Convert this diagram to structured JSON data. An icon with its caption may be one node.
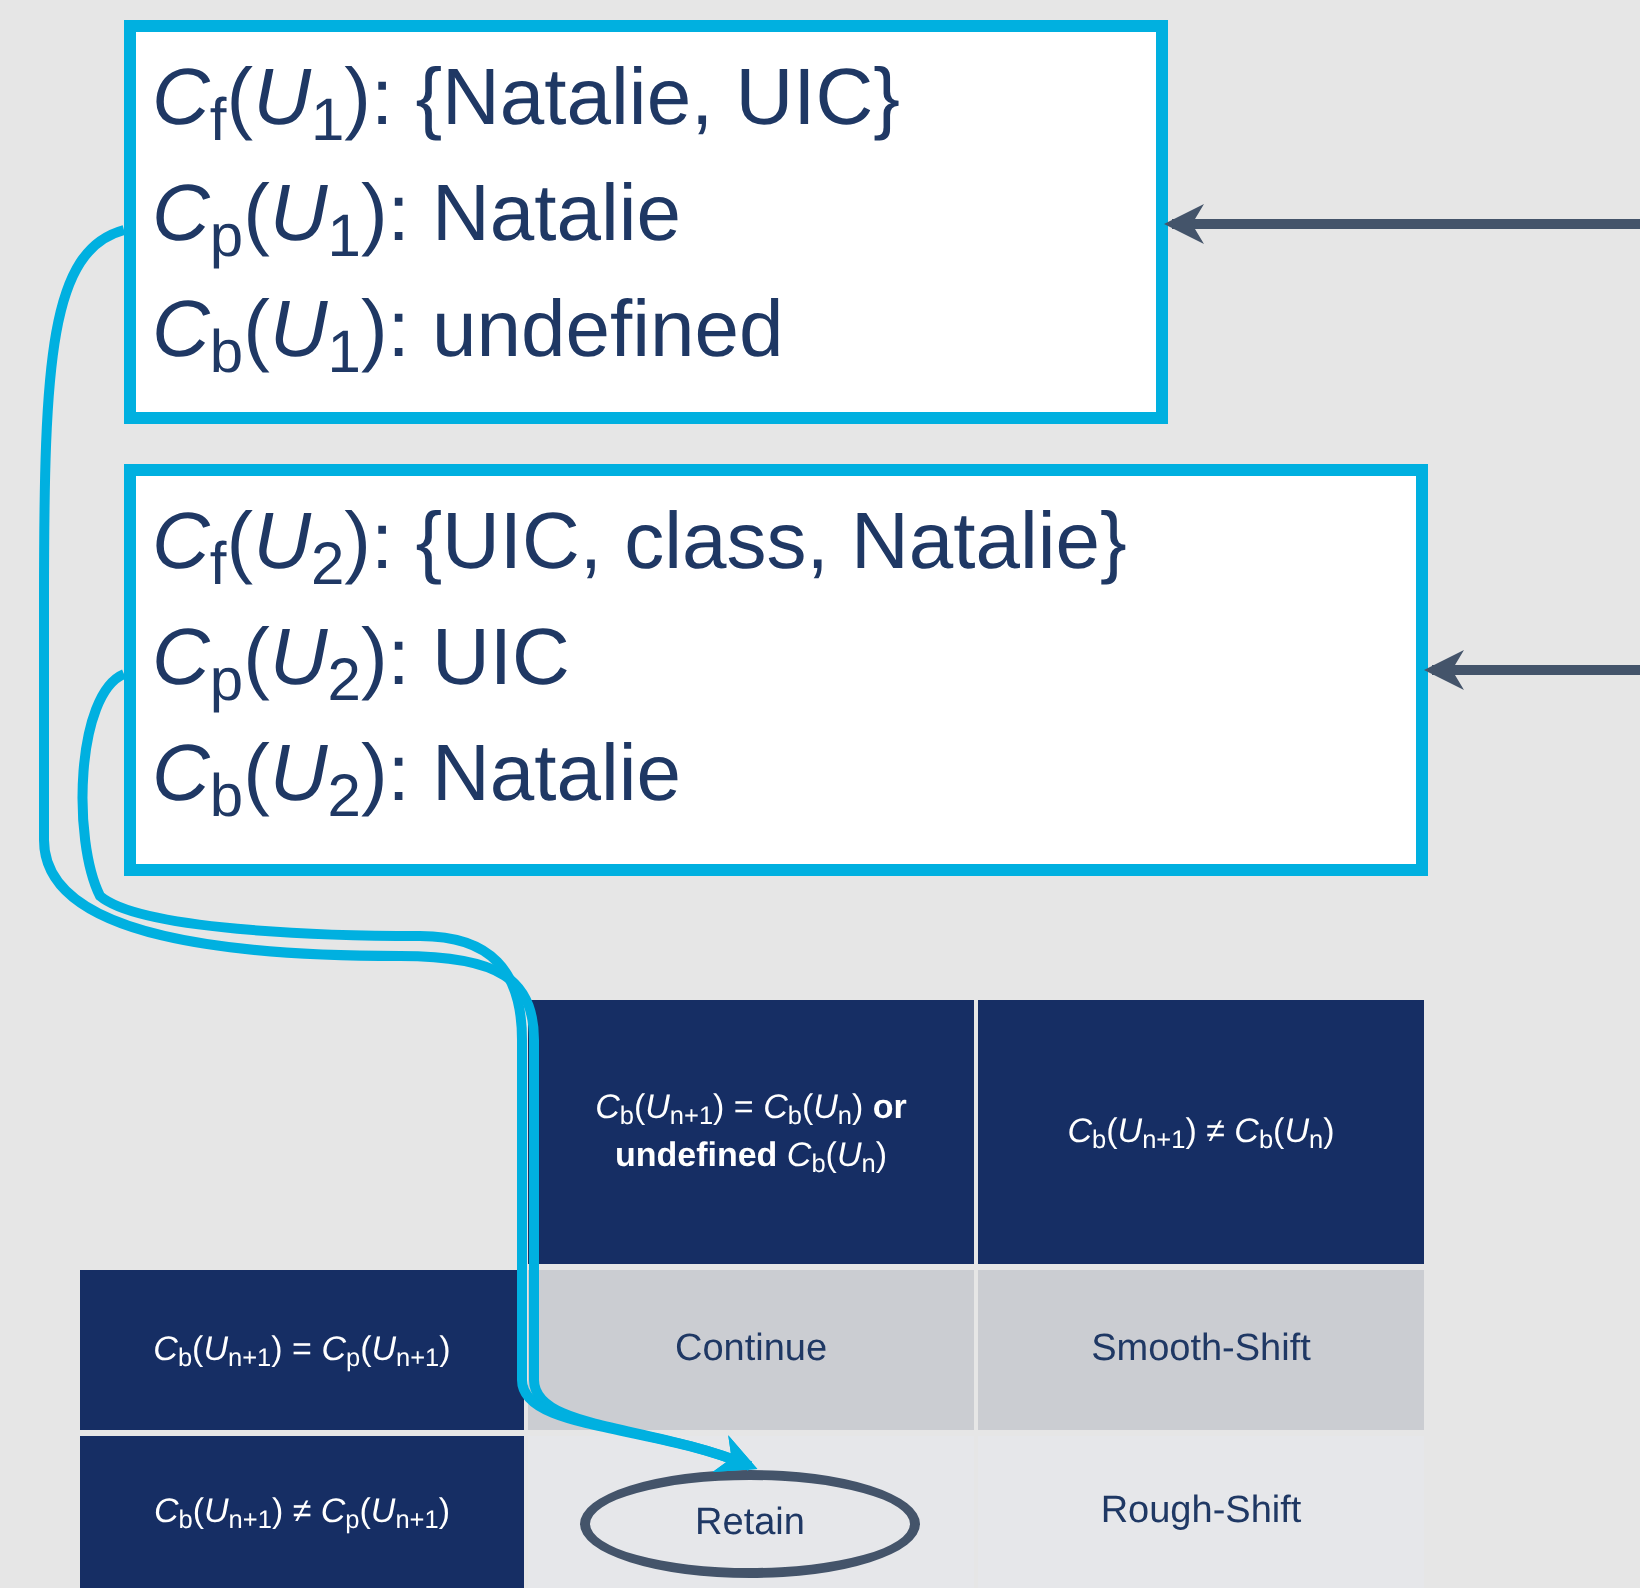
{
  "diagram": {
    "nodes": [
      {
        "text": [
          "*C*$_{f}$(*U*$_{1}$): {Natalie, UIC}",
          "*C*$_{p}$(*U*$_{1}$): Natalie",
          "*C*$_{b}$(*U*$_{1}$): undefined"
        ]
      },
      {
        "text": [
          "*C*$_{f}$(*U*$_{2}$): {UIC, class, Natalie}",
          "*C*$_{p}$(*U*$_{2}$): UIC",
          "*C*$_{b}$(*U*$_{2}$): Natalie"
        ]
      },
      {
        "text": [
          "Retain"
        ]
      }
    ],
    "edges": [
      {
        "from": null,
        "to": 0,
        "arrow": "to",
        "color": "#44546a"
      },
      {
        "from": null,
        "to": 1,
        "arrow": "to",
        "color": "#44546a"
      },
      {
        "from": 0,
        "to": 2,
        "arrow": "to",
        "color": "#00b0e0"
      },
      {
        "from": 1,
        "to": 2,
        "arrow": "to",
        "color": "#00b0e0"
      }
    ],
    "labels": [
      "*C*$_{b}$(*U*$_{n+1}$) = *C*$_{b}$(*U*$_{n}$) **or undefined** *C*$_{b}$(*U*$_{n}$)",
      "*C*$_{b}$(*U*$_{n+1}$) ≠ *C*$_{b}$(*U*$_{n}$)",
      "*C*$_{b}$(*U*$_{n+1}$) = *C*$_{p}$(*U*$_{n+1}$)",
      "Continue",
      "Smooth-Shift",
      "*C*$_{b}$(*U*$_{n+1}$) ≠ *C*$_{p}$(*U*$_{n+1}$)",
      "Rough-Shift"
    ]
  }
}
